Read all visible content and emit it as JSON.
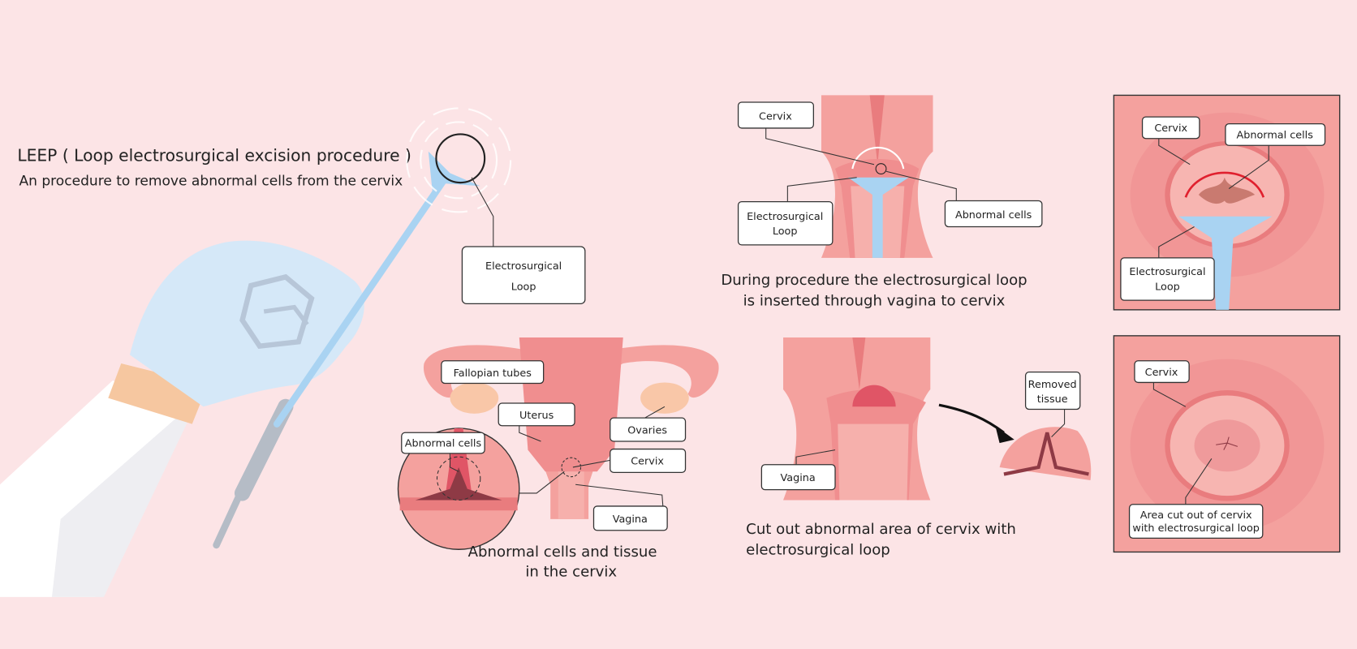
{
  "title": "LEEP ( Loop electrosurgical excision procedure )",
  "subtitle": "An procedure to remove abnormal cells from the cervix",
  "instrument": {
    "label_line1": "Electrosurgical",
    "label_line2": "Loop"
  },
  "anatomy": {
    "labels": {
      "fallopian_tubes": "Fallopian tubes",
      "uterus": "Uterus",
      "ovaries": "Ovaries",
      "cervix": "Cervix",
      "vagina": "Vagina",
      "abnormal_cells": "Abnormal cells"
    },
    "caption_line1": "Abnormal cells and tissue",
    "caption_line2": "in the cervix"
  },
  "during": {
    "labels": {
      "cervix": "Cervix",
      "loop_line1": "Electrosurgical",
      "loop_line2": "Loop",
      "abnormal_cells": "Abnormal cells"
    },
    "caption_line1": "During procedure the electrosurgical loop",
    "caption_line2": "is inserted through vagina to cervix"
  },
  "after": {
    "labels": {
      "vagina": "Vagina",
      "removed_line1": "Removed",
      "removed_line2": "tissue"
    },
    "caption_line1": "Cut out abnormal area of cervix with",
    "caption_line2": "electrosurgical loop"
  },
  "panel_top": {
    "cervix": "Cervix",
    "abnormal_cells": "Abnormal cells",
    "loop_line1": "Electrosurgical",
    "loop_line2": "Loop"
  },
  "panel_bottom": {
    "cervix": "Cervix",
    "area_line1": "Area cut out of cervix",
    "area_line2": "with electrosurgical loop"
  },
  "colors": {
    "background": "#fce4e6",
    "tissue": "#f4a19e",
    "tissue_dark": "#e97c7e",
    "glove": "#d5e8f8",
    "instrument": "#a9d3f2",
    "cut_line": "#e0202e"
  }
}
